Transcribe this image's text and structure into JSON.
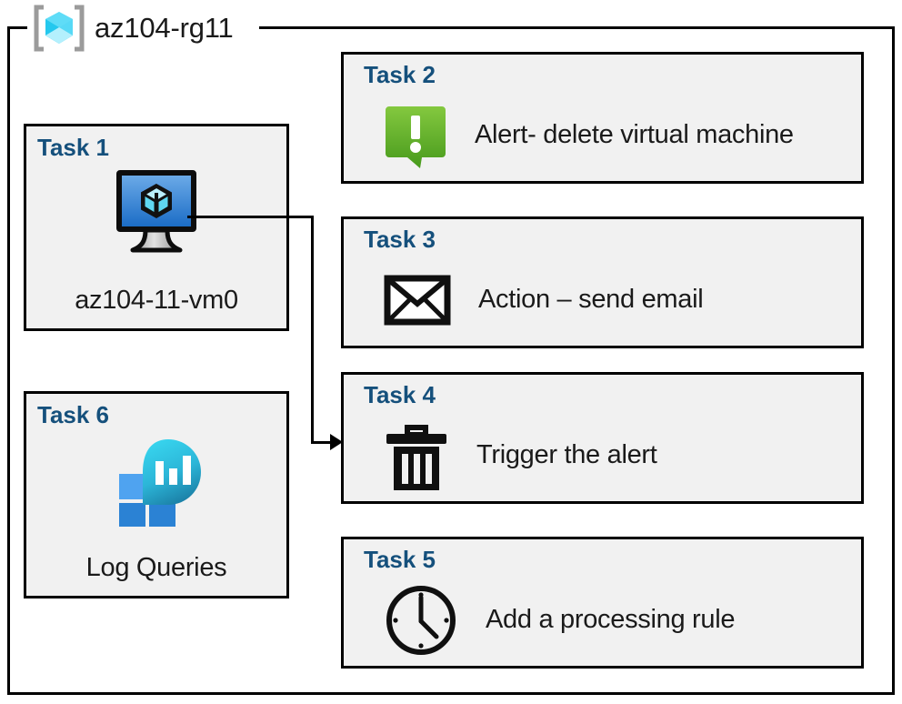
{
  "resource_group": {
    "name": "az104-rg11",
    "icon": "resource-group-icon",
    "accent_cyan": "#52d6f5",
    "border_color": "#000000"
  },
  "theme": {
    "card_fill": "#f1f1f1",
    "card_border": "#000000",
    "task_label_color": "#15507c",
    "body_text_color": "#1a1a1a",
    "alert_green_light": "#7cc242",
    "alert_green_dark": "#4b9a20",
    "vm_blue_light": "#6aa9e8",
    "vm_blue_dark": "#1a70c8",
    "log_blue_light": "#4fa3f0",
    "log_blue_dark": "#2b82d4",
    "log_cyan": "#32d0ea",
    "log_teal": "#1f85ab"
  },
  "cards": [
    {
      "id": "task-1",
      "label": "Task 1",
      "caption": "az104-11-vm0",
      "icon": "virtual-machine-icon",
      "column": "left"
    },
    {
      "id": "task-6",
      "label": "Task 6",
      "caption": "Log Queries",
      "icon": "log-queries-icon",
      "column": "left"
    },
    {
      "id": "task-2",
      "label": "Task 2",
      "caption": "Alert- delete virtual machine",
      "icon": "alert-exclamation-icon",
      "column": "right"
    },
    {
      "id": "task-3",
      "label": "Task 3",
      "caption": "Action – send email",
      "icon": "envelope-icon",
      "column": "right"
    },
    {
      "id": "task-4",
      "label": "Task 4",
      "caption": "Trigger the alert",
      "icon": "trash-can-icon",
      "column": "right"
    },
    {
      "id": "task-5",
      "label": "Task 5",
      "caption": "Add a processing rule",
      "icon": "clock-icon",
      "column": "right"
    }
  ],
  "connector": {
    "from": "task-1-vm-icon",
    "to": "task-4",
    "style": "elbow-arrow"
  }
}
